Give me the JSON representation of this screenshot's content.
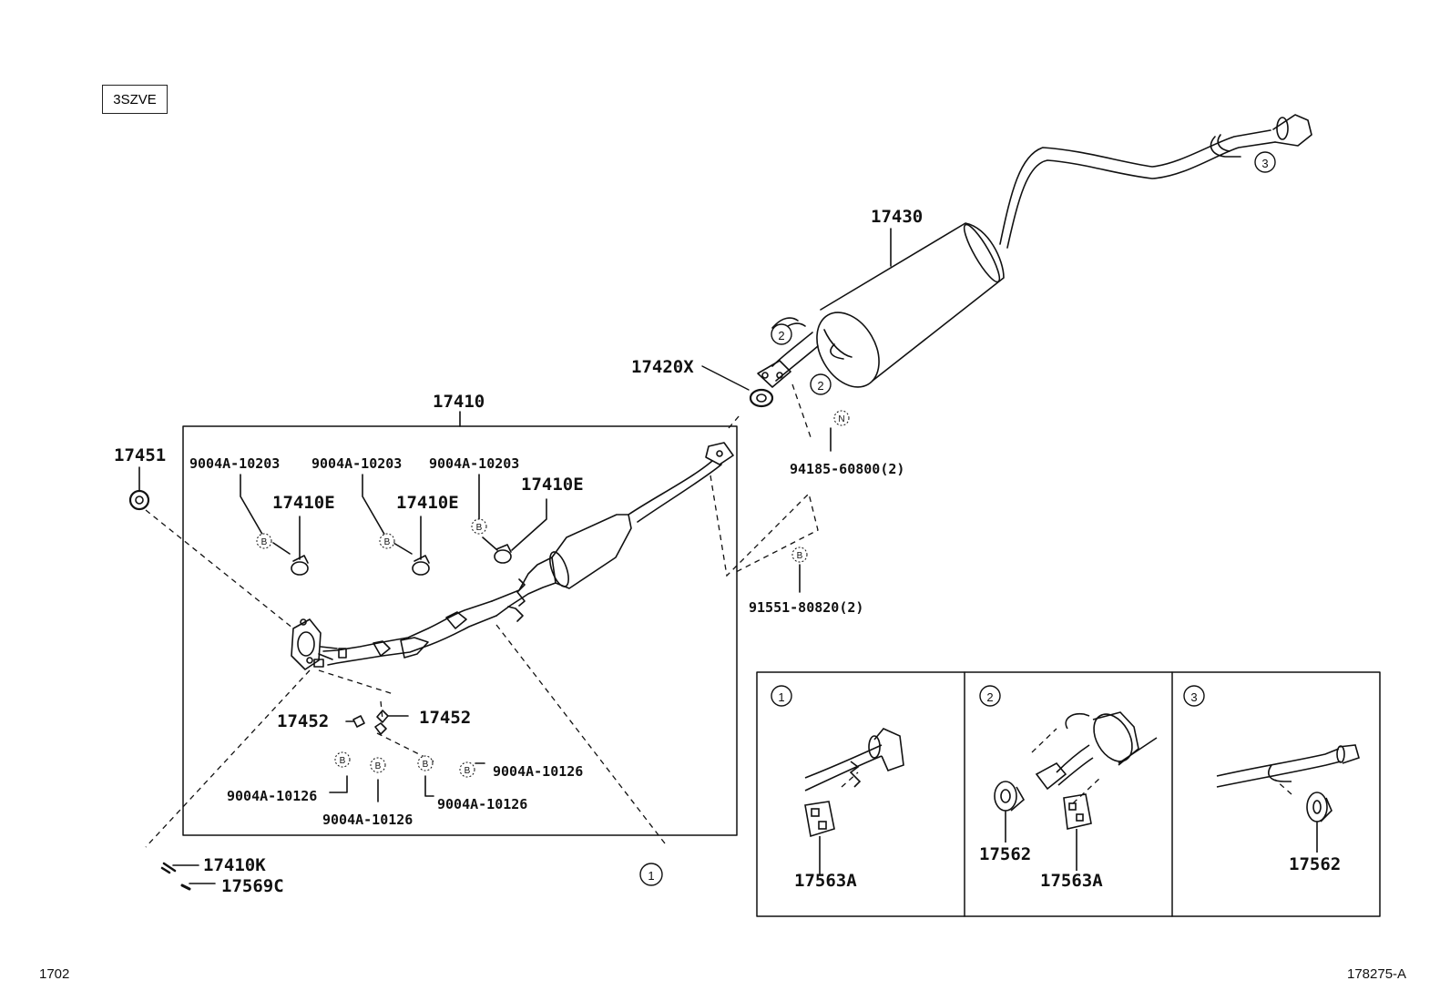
{
  "engine_code": "3SZVE",
  "page_number": "1702",
  "diagram_id": "178275-A",
  "callouts": {
    "muffler": "17430",
    "gasket_front": "17420X",
    "front_pipe": "17410",
    "ring_gasket": "17451",
    "clamp_a": "9004A-10203",
    "clamp_b": "9004A-10203",
    "clamp_c": "9004A-10203",
    "clamp_part_a": "17410E",
    "clamp_part_b": "17410E",
    "clamp_part_c": "17410E",
    "nut": "94185-60800(2)",
    "bolt": "91551-80820(2)",
    "bracket_left": "17452",
    "bracket_right": "17452",
    "fastener_1": "9004A-10126",
    "fastener_2": "9004A-10126",
    "fastener_3": "9004A-10126",
    "fastener_4": "9004A-10126",
    "stud": "17410K",
    "spring": "17569C",
    "detail1_part": "17563A",
    "detail2_part_a": "17562",
    "detail2_part_b": "17563A",
    "detail3_part": "17562"
  },
  "markers": {
    "ref1": "1",
    "ref2": "2",
    "ref3": "3",
    "b": "B",
    "n": "N"
  },
  "detail_panels": [
    {
      "number": "1"
    },
    {
      "number": "2"
    },
    {
      "number": "3"
    }
  ]
}
